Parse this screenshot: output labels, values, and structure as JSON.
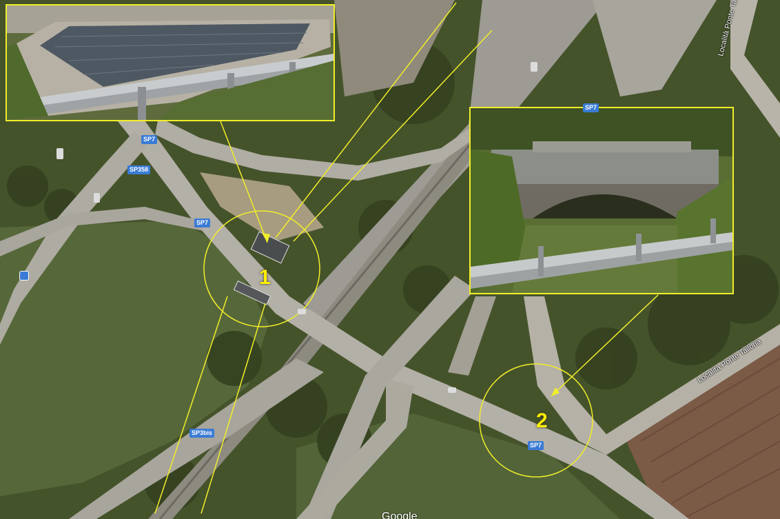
{
  "map": {
    "road_labels": [
      "SP7",
      "SP358",
      "SP7",
      "SP7",
      "SP3bis",
      "SP7"
    ],
    "place_labels": [
      "Località Ponte Tailoria",
      "Località Ponte Tailoria"
    ],
    "markers": [
      "1",
      "2"
    ],
    "watermark": "Google",
    "colors": {
      "callout": "#f2ee2a",
      "road_shield": "#3a7bd5",
      "road": "#b9b6ae",
      "vegetation": "#4b5a30"
    },
    "icons": [
      "transit-icon"
    ]
  }
}
